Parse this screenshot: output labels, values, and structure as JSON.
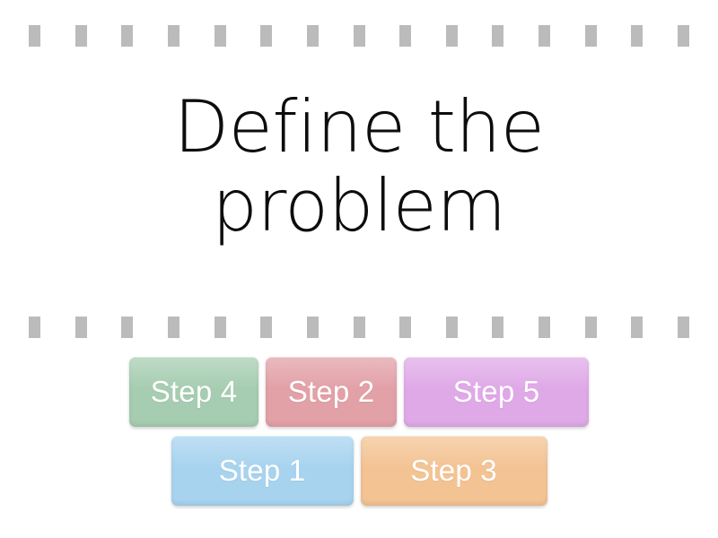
{
  "card": {
    "background": "#ffffff"
  },
  "separators": {
    "dash_color": "#bbbbbb",
    "dash_count": 15,
    "dash_width": 13,
    "dash_height": 24,
    "rows": [
      "top",
      "middle"
    ]
  },
  "prompt": {
    "full_text": "Define the problem",
    "line1": "Define the",
    "line2": "problem",
    "color": "#0d0d0d"
  },
  "answers": {
    "rows": [
      {
        "tiles": [
          {
            "label": "Step 4",
            "color": "#a6cdb1",
            "text_color": "#ffffff"
          },
          {
            "label": "Step 2",
            "color": "#e2a0a7",
            "text_color": "#ffffff"
          },
          {
            "label": "Step 5",
            "color": "#dfa9e7",
            "text_color": "#ffffff"
          }
        ]
      },
      {
        "tiles": [
          {
            "label": "Step 1",
            "color": "#a7d3ef",
            "text_color": "#ffffff"
          },
          {
            "label": "Step 3",
            "color": "#f3c393",
            "text_color": "#ffffff"
          }
        ]
      }
    ]
  }
}
